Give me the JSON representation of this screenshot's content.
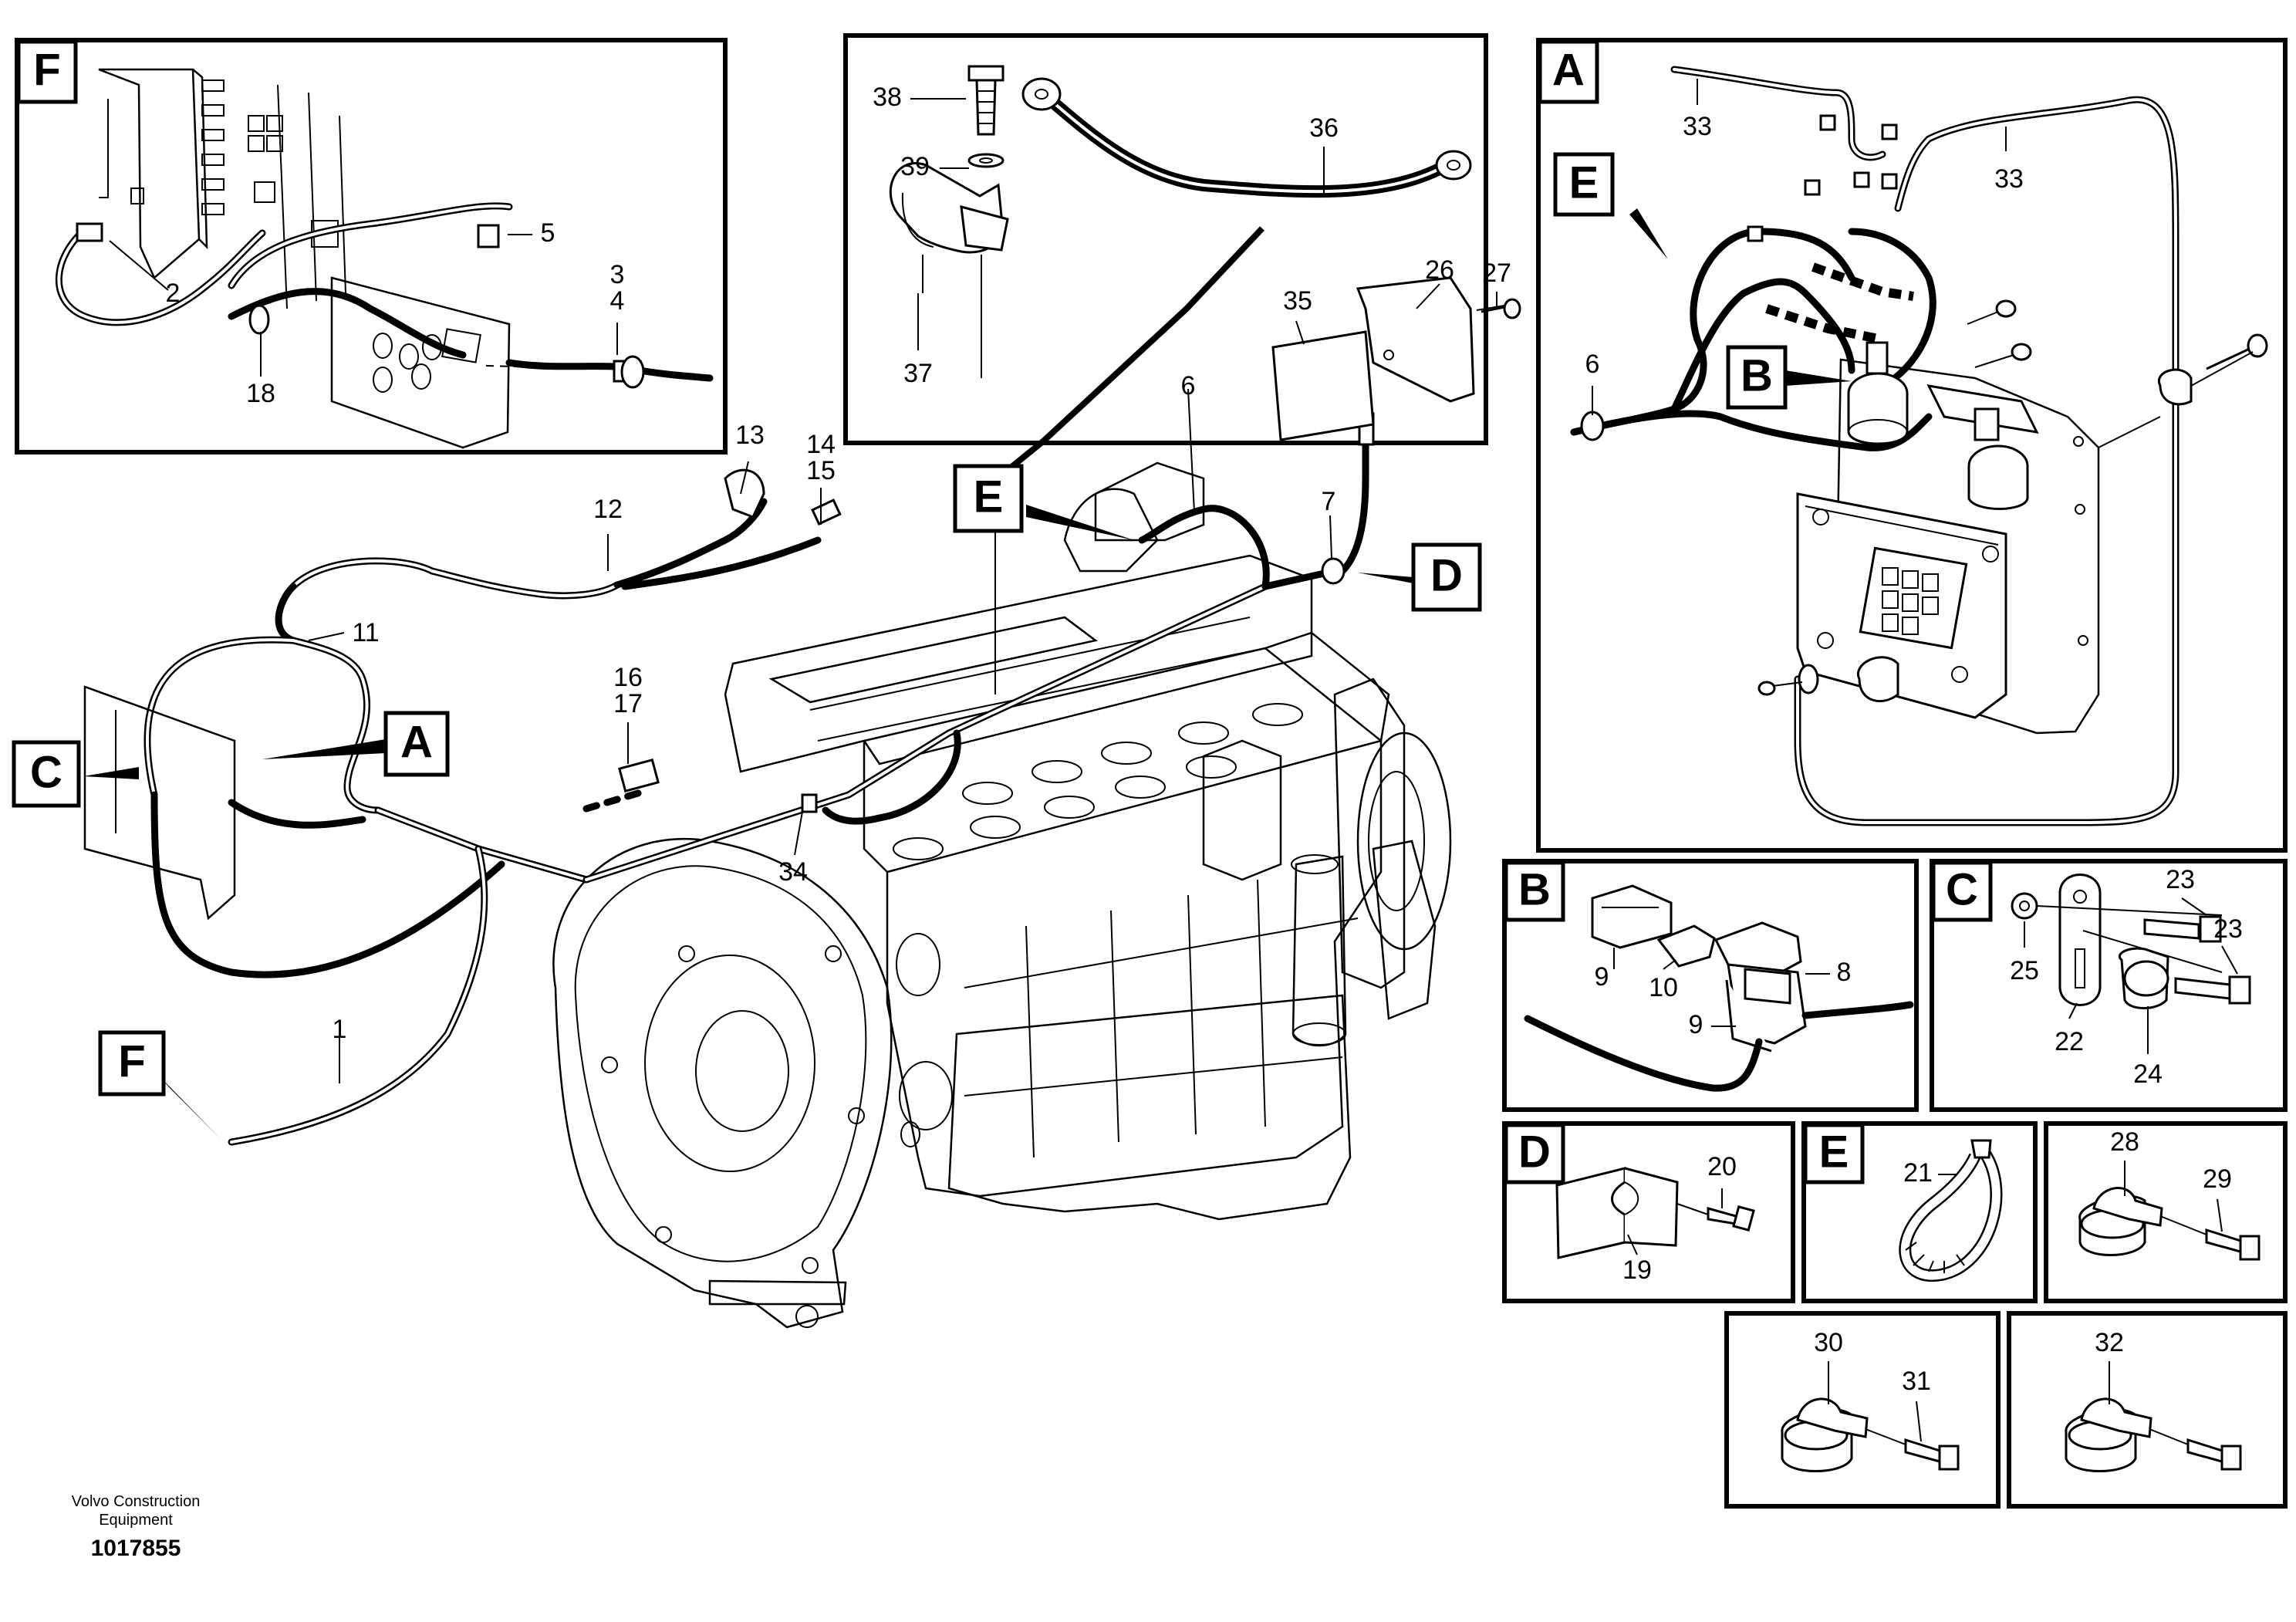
{
  "diagram": {
    "part_labels": {
      "p1": "1",
      "p2": "2",
      "p3": "3",
      "p4": "4",
      "p5": "5",
      "p6": "6",
      "p6b": "6",
      "p7": "7",
      "p8": "8",
      "p9a": "9",
      "p9b": "9",
      "p10": "10",
      "p11": "11",
      "p12": "12",
      "p13": "13",
      "p14": "14",
      "p15": "15",
      "p16": "16",
      "p17": "17",
      "p18": "18",
      "p19": "19",
      "p20": "20",
      "p21": "21",
      "p22": "22",
      "p23a": "23",
      "p23b": "23",
      "p24": "24",
      "p25": "25",
      "p26": "26",
      "p27": "27",
      "p28": "28",
      "p29": "29",
      "p30": "30",
      "p31": "31",
      "p32": "32",
      "p33a": "33",
      "p33b": "33",
      "p34": "34",
      "p35": "35",
      "p36": "36",
      "p37": "37",
      "p38": "38",
      "p39": "39"
    },
    "detail_letters": {
      "F_detail": "F",
      "A_detail": "A",
      "E_in_A": "E",
      "B_in_A": "B",
      "B_detail": "B",
      "C_detail": "C",
      "D_detail": "D",
      "E_detail": "E",
      "main_E": "E",
      "main_D": "D",
      "main_A": "A",
      "main_C": "C",
      "main_F": "F"
    }
  },
  "footer": {
    "brand_line1": "Volvo Construction",
    "brand_line2": "Equipment",
    "drawing_number": "1017855"
  }
}
